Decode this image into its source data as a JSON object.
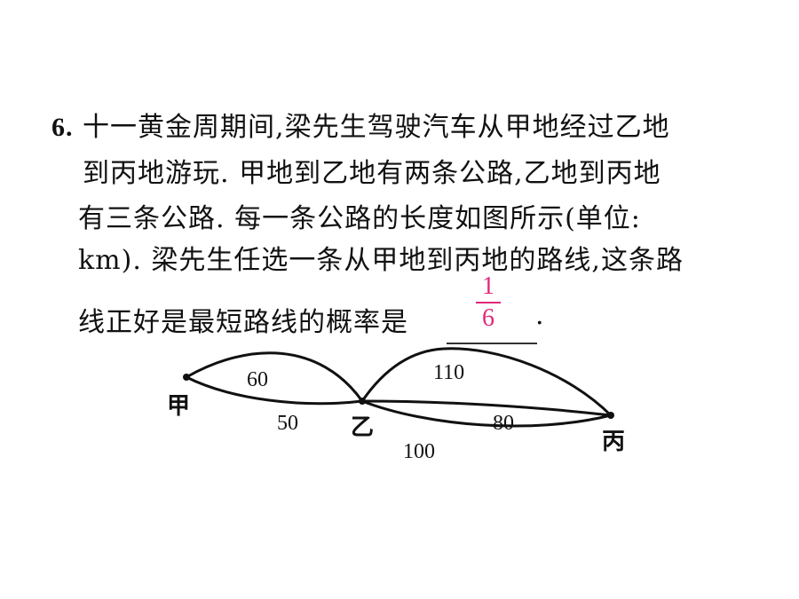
{
  "question": {
    "number": "6.",
    "line1": "十一黄金周期间,梁先生驾驶汽车从甲地经过乙地",
    "line2": "到丙地游玩. 甲地到乙地有两条公路,乙地到丙地",
    "line3": "有三条公路. 每一条公路的长度如图所示(单位:",
    "line4": "km). 梁先生任选一条从甲地到丙地的路线,这条路",
    "line5": "线正好是最短路线的概率是",
    "period": "."
  },
  "answer": {
    "numerator": "1",
    "denominator": "6",
    "color": "#e0287a"
  },
  "diagram": {
    "places": {
      "a": "甲",
      "b": "乙",
      "c": "丙"
    },
    "roads": {
      "ab_upper": "60",
      "ab_lower": "50",
      "bc_upper": "110",
      "bc_middle": "80",
      "bc_lower": "100"
    }
  }
}
